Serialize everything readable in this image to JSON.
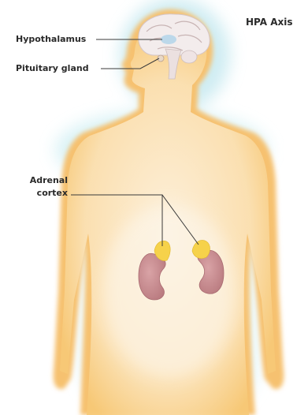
{
  "title": "HPA Axis",
  "labels": {
    "hypothalamus": "Hypothalamus",
    "pituitary": "Pituitary gland",
    "adrenal_line1": "Adrenal",
    "adrenal_line2": "cortex"
  },
  "colors": {
    "body_fill": "#f7c977",
    "body_edge": "#f3b860",
    "body_inner": "#fbe6c4",
    "halo": "#bfe6ee",
    "brain": "#f3ecec",
    "brain_fold": "#c8b4b4",
    "hypothalamus": "#bcd8ea",
    "kidney": "#c58a8f",
    "adrenal": "#f6d24a",
    "leader_line": "#3a3a3a"
  }
}
